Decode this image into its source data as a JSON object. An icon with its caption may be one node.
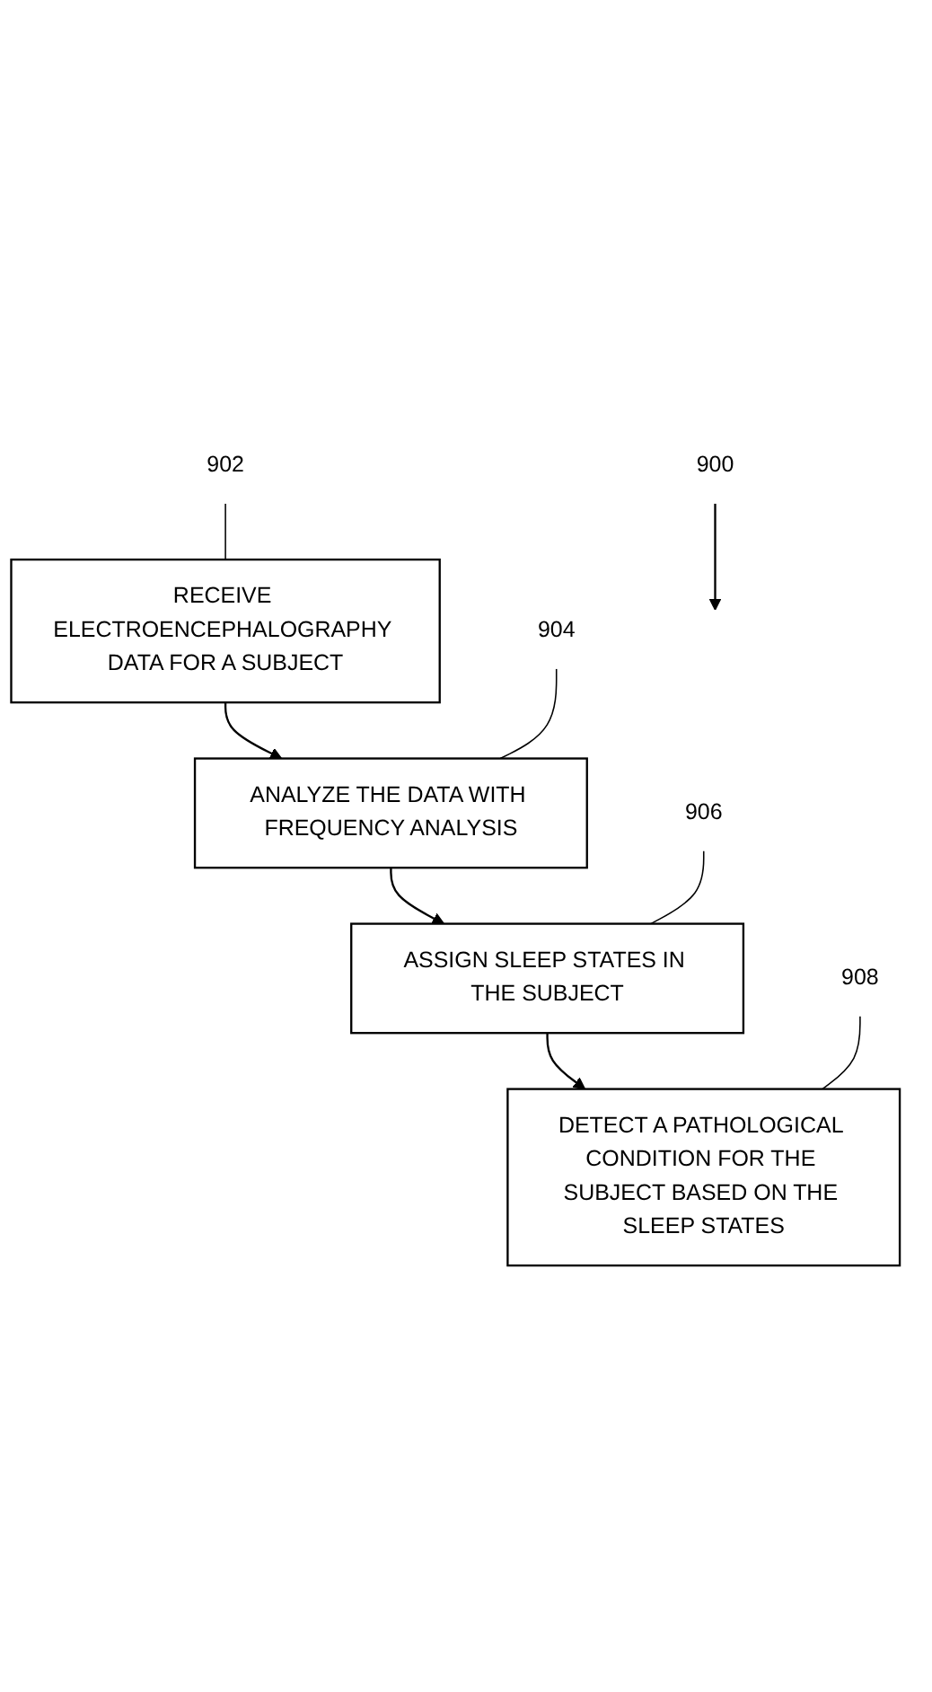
{
  "diagram": {
    "nodes": [
      {
        "text": [
          "RECEIVE ELECTROENCEPHALOGRAPHY DATA FOR A SUBJECT"
        ]
      },
      {
        "text": [
          "ANALYZE THE DATA WITH FREQUENCY ANALYSIS"
        ]
      },
      {
        "text": [
          "ASSIGN SLEEP STATES IN THE SUBJECT"
        ]
      },
      {
        "text": [
          "DETECT A PATHOLOGICAL CONDITION FOR THE SUBJECT BASED ON THE SLEEP STATES"
        ]
      },
      {
        "text": [
          "902"
        ]
      },
      {
        "text": [
          "904"
        ]
      },
      {
        "text": [
          "906"
        ]
      },
      {
        "text": [
          "908"
        ]
      },
      {
        "text": [
          "900"
        ]
      }
    ],
    "edges": [
      {
        "from": 0,
        "to": 1,
        "arrow": "to"
      },
      {
        "from": 1,
        "to": 2,
        "arrow": "to"
      },
      {
        "from": 2,
        "to": 3,
        "arrow": "to"
      },
      {
        "from": 4,
        "to": 0,
        "arrow": "none"
      },
      {
        "from": 5,
        "to": 1,
        "arrow": "none"
      },
      {
        "from": 6,
        "to": 2,
        "arrow": "none"
      },
      {
        "from": 7,
        "to": 3,
        "arrow": "none"
      },
      {
        "from": 8,
        "to": null,
        "arrow": "to"
      }
    ]
  }
}
